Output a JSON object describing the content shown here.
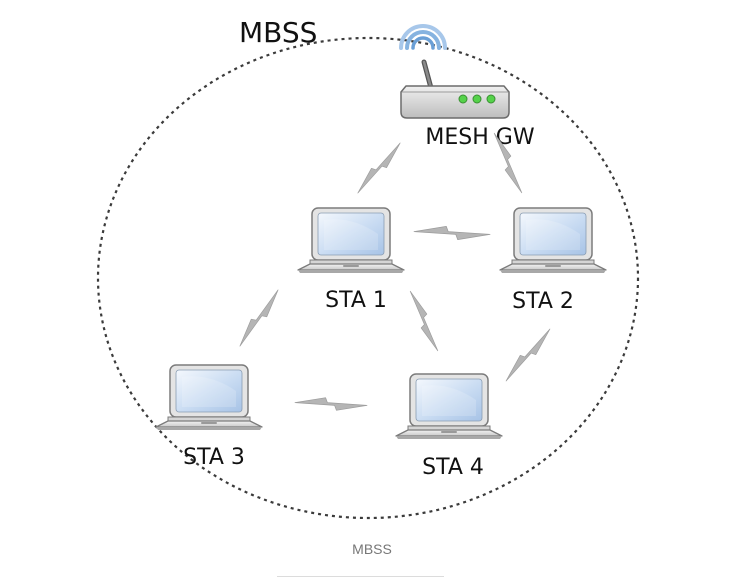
{
  "diagram": {
    "title": "MBSS",
    "nodes": {
      "gateway": "MESH GW",
      "sta1": "STA 1",
      "sta2": "STA 2",
      "sta3": "STA 3",
      "sta4": "STA 4"
    }
  },
  "caption": "MBSS"
}
